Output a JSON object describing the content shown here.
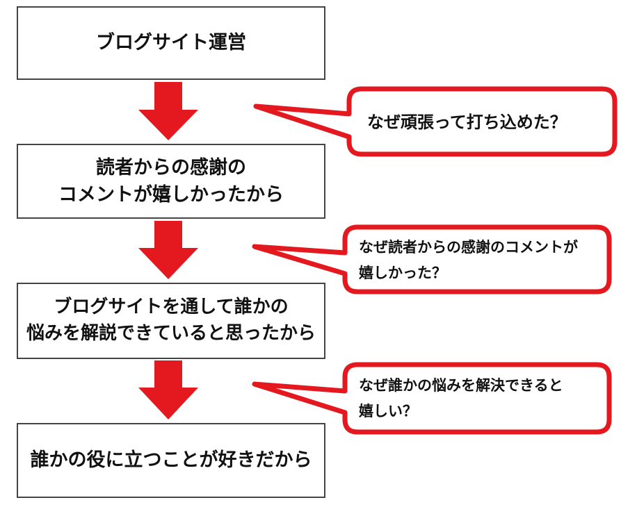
{
  "colors": {
    "accent_red": "#e3191f",
    "box_border": "#444444",
    "text": "#111111",
    "background": "#ffffff"
  },
  "steps": [
    {
      "text": "ブログサイト運営"
    },
    {
      "text": "読者からの感謝の\nコメントが嬉しかったから"
    },
    {
      "text": "ブログサイトを通して誰かの\n悩みを解説できていると思ったから"
    },
    {
      "text": "誰かの役に立つことが好きだから"
    }
  ],
  "questions": [
    {
      "text": "なぜ頑張って打ち込めた？"
    },
    {
      "text": "なぜ読者からの感謝のコメントが\n嬉しかった？"
    },
    {
      "text": "なぜ誰かの悩みを解決できると\n嬉しい？"
    }
  ],
  "arrows": [
    {
      "from": "step1",
      "to": "step2",
      "icon": "arrow-down-icon"
    },
    {
      "from": "step2",
      "to": "step3",
      "icon": "arrow-down-icon"
    },
    {
      "from": "step3",
      "to": "step4",
      "icon": "arrow-down-icon"
    }
  ]
}
